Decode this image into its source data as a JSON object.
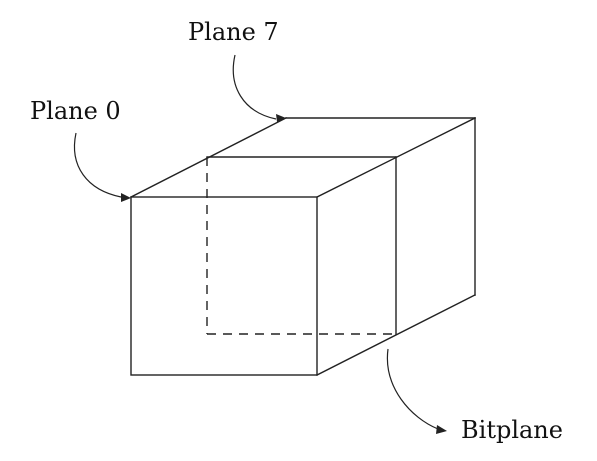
{
  "labels": {
    "plane_0": "Plane 0",
    "plane_7": "Plane 7",
    "bitplane": "Bitplane"
  }
}
